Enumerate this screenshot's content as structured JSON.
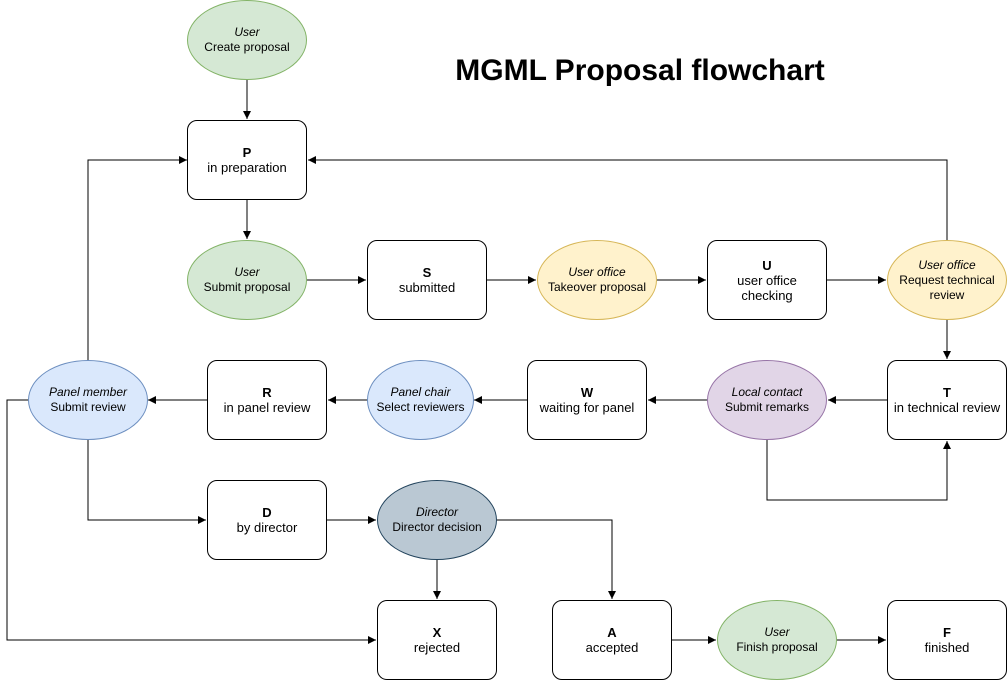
{
  "title": "MGML Proposal flowchart",
  "colors": {
    "user": "#d5e8d4",
    "user_office": "#fff2cc",
    "panel": "#dae8fc",
    "local_contact": "#e1d5e7",
    "director": "#bac8d3",
    "state": "#ffffff"
  },
  "actions": {
    "create": {
      "role": "User",
      "action": "Create proposal"
    },
    "submit": {
      "role": "User",
      "action": "Submit proposal"
    },
    "takeover": {
      "role": "User office",
      "action": "Takeover proposal"
    },
    "request_tech": {
      "role": "User office",
      "action": "Request technical review"
    },
    "local_contact": {
      "role": "Local contact",
      "action": "Submit remarks"
    },
    "panel_chair": {
      "role": "Panel chair",
      "action": "Select reviewers"
    },
    "panel_member": {
      "role": "Panel member",
      "action": "Submit review"
    },
    "director": {
      "role": "Director",
      "action": "Director decision"
    },
    "finish": {
      "role": "User",
      "action": "Finish proposal"
    }
  },
  "states": {
    "P": {
      "code": "P",
      "label": "in preparation"
    },
    "S": {
      "code": "S",
      "label": "submitted"
    },
    "U": {
      "code": "U",
      "label": "user office checking"
    },
    "T": {
      "code": "T",
      "label": "in technical review"
    },
    "W": {
      "code": "W",
      "label": "waiting for panel"
    },
    "R": {
      "code": "R",
      "label": "in panel review"
    },
    "D": {
      "code": "D",
      "label": "by director"
    },
    "X": {
      "code": "X",
      "label": "rejected"
    },
    "A": {
      "code": "A",
      "label": "accepted"
    },
    "F": {
      "code": "F",
      "label": "finished"
    }
  }
}
